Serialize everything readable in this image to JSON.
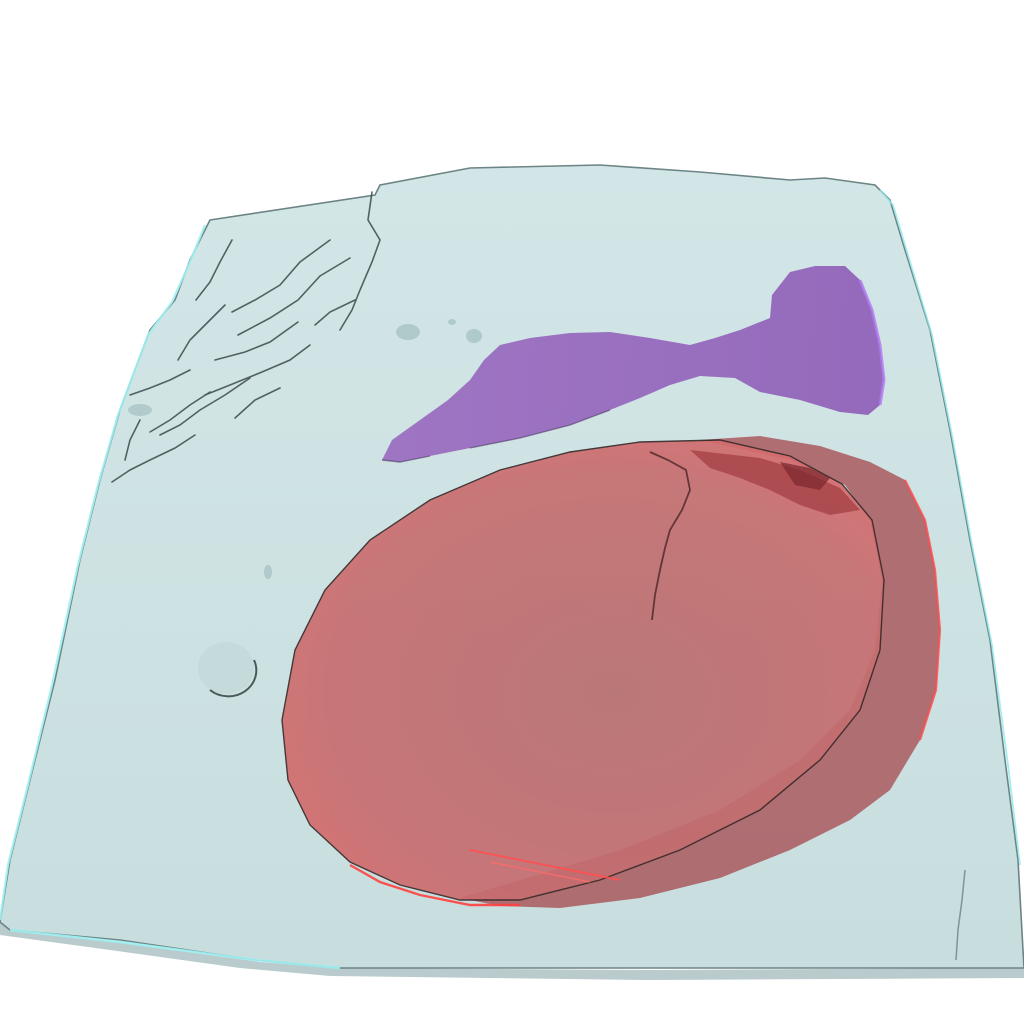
{
  "scene": {
    "background_color": "#ffffff",
    "slab": {
      "name": "translucent-tissue-slab",
      "fill": "#cfe3e4",
      "edge_highlight": "#9ff0f2",
      "edge_shadow": "#5f7475"
    },
    "purple_region": {
      "name": "purple-structure",
      "fill": "#8e63b4",
      "edge": "#b178f0"
    },
    "red_region": {
      "name": "red-ellipsoid-structure",
      "fill": "#c96f70",
      "shadow_fill": "#a8545a",
      "edge_highlight": "#ff4a4a"
    },
    "cracks_color": "#3c4a4b"
  }
}
